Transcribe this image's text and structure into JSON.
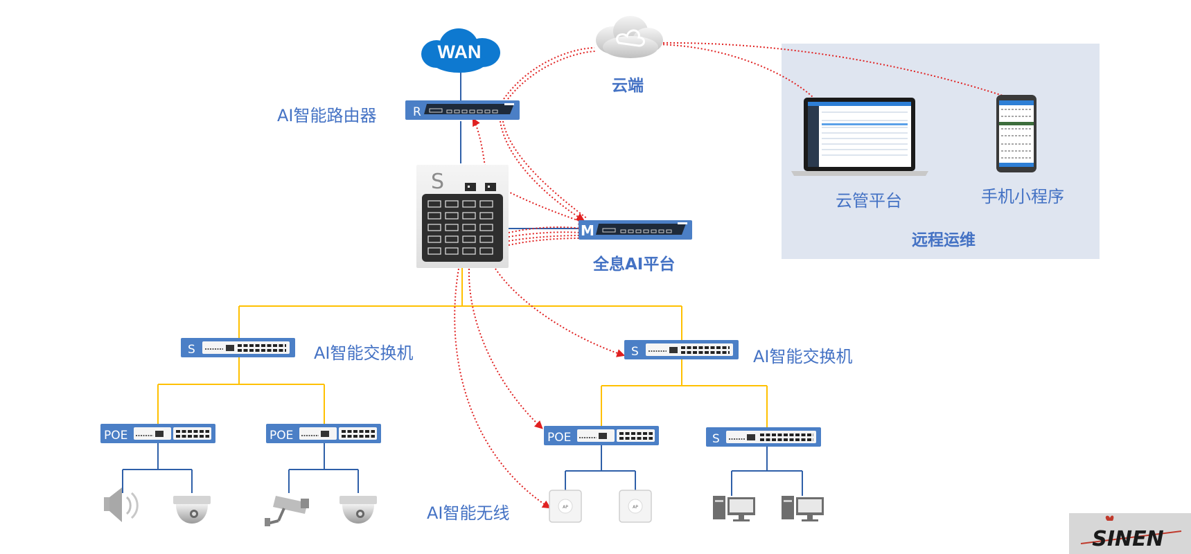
{
  "wan": "WAN",
  "cloud_label": "云端",
  "router": {
    "label": "AI智能路由器",
    "badge": "R"
  },
  "core_switch": {
    "badge": "S"
  },
  "ai_platform": {
    "label": "全息AI平台",
    "badge": "M"
  },
  "switches": [
    {
      "label": "AI智能交换机",
      "badge": "S"
    },
    {
      "label": "AI智能交换机",
      "badge": "S"
    }
  ],
  "poe_switches": [
    {
      "badge": "POE"
    },
    {
      "badge": "POE"
    },
    {
      "badge": "POE"
    }
  ],
  "access_switch": {
    "badge": "S"
  },
  "wireless_label": "AI智能无线",
  "ap_badge": "AP",
  "remote": {
    "cloud_mgmt": "云管平台",
    "mini_program": "手机小程序",
    "title": "远程运维"
  },
  "brand": "SINEN",
  "colors": {
    "device_blue": "#4b7fc6",
    "label_blue": "#4472c4",
    "trunk_yellow": "#ffc000",
    "link_blue": "#2e5fa8",
    "mgmt_red": "#e02020",
    "panel_bg": "#dfe5f0"
  }
}
